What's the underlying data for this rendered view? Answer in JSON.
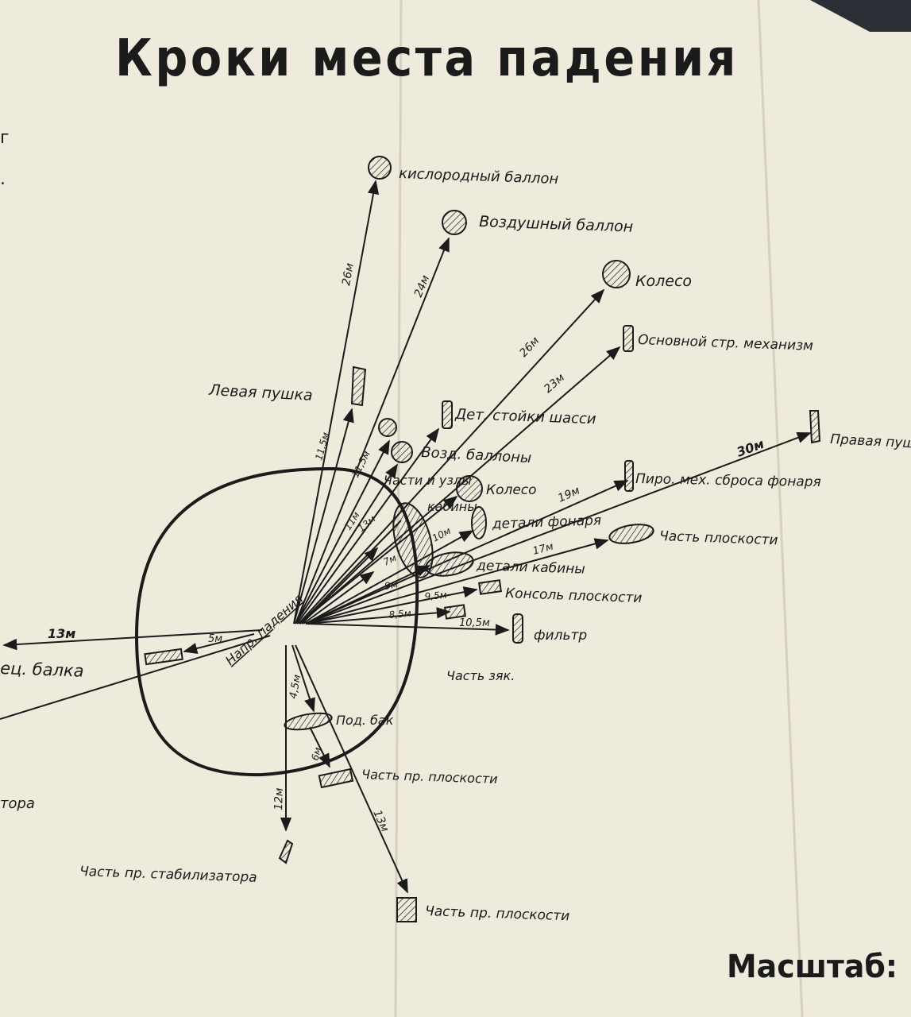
{
  "title": "Кроки места падения",
  "scale_label": "Масштаб:",
  "colors": {
    "paper": "#efebdc",
    "paper_edge": "#d9d4c2",
    "ink": "#1b1b1b",
    "background": "#2b2f36"
  },
  "center": {
    "label": "Напр. падения",
    "icon": "impact-point"
  },
  "rays": [
    {
      "id": "oxygen-cylinder",
      "dist": "26м",
      "label": "кислородный баллон",
      "marker": "circle"
    },
    {
      "id": "air-cylinder",
      "dist": "24м",
      "label": "Воздушный баллон",
      "marker": "circle"
    },
    {
      "id": "wheel-far",
      "dist": "26м",
      "label": "Колесо",
      "marker": "circle"
    },
    {
      "id": "main-gear-mechanism",
      "dist": "23м",
      "label": "Основной  стр. механизм",
      "marker": "bottle"
    },
    {
      "id": "left-cannon",
      "dist": "11,5м",
      "label": "Левая пушка",
      "marker": "cannon"
    },
    {
      "id": "gear-strut-parts",
      "dist": "",
      "label": "Дет. стойки шасси",
      "marker": "bottle"
    },
    {
      "id": "air-cylinders",
      "dist": "11,5м",
      "label": "Возд. баллоны",
      "marker": "circle"
    },
    {
      "id": "cockpit-parts-units",
      "dist": "11м",
      "label": "Части и узлы",
      "marker": "circle"
    },
    {
      "id": "wheel-near",
      "dist": "13м",
      "label": "Колесо",
      "marker": "circle"
    },
    {
      "id": "cabin",
      "dist": "",
      "label": "кабины",
      "marker": "blob"
    },
    {
      "id": "right-cannon",
      "dist": "30м",
      "label": "Правая пушка",
      "marker": "cannon"
    },
    {
      "id": "canopy-pyro",
      "dist": "19м",
      "label": "Пиро. мех. сброса фонаря",
      "marker": "bottle"
    },
    {
      "id": "canopy-parts",
      "dist": "10м",
      "label": "детали фонаря",
      "marker": "bottle"
    },
    {
      "id": "wing-part",
      "dist": "17м",
      "label": "Часть плоскости",
      "marker": "blob"
    },
    {
      "id": "cabin-parts",
      "dist": "7м",
      "label": "детали кабины",
      "marker": "blob"
    },
    {
      "id": "wing-console",
      "dist": "9м",
      "label": "Консоль плоскости",
      "marker": "rect"
    },
    {
      "id": "unknown-near",
      "dist": "9,5м",
      "label": "",
      "marker": "rect"
    },
    {
      "id": "filter",
      "dist": "10,5м",
      "label": "фильтр",
      "marker": "bottle"
    },
    {
      "id": "small-near",
      "dist": "8,5м",
      "label": "",
      "marker": "rect"
    },
    {
      "id": "spec-beam",
      "dist": "13м",
      "label": "ец. балка",
      "marker": "rect"
    },
    {
      "id": "spec-beam-near",
      "dist": "5м",
      "label": "",
      "marker": "rect"
    },
    {
      "id": "drop-tank",
      "dist": "4,5м",
      "label": "Под. бак",
      "marker": "blob"
    },
    {
      "id": "right-wing-part-near",
      "dist": "6м",
      "label": "Часть  пр. плоскости",
      "marker": "rect"
    },
    {
      "id": "right-stabilizer-part",
      "dist": "12м",
      "label": "Часть  пр. стабилизатора",
      "marker": "diamond"
    },
    {
      "id": "right-wing-part-far",
      "dist": "13м",
      "label": "Часть  пр. плоскости",
      "marker": "rect"
    }
  ],
  "loose_labels": {
    "tail_part": "Часть зяк.",
    "left_cut_tora": "тора"
  }
}
